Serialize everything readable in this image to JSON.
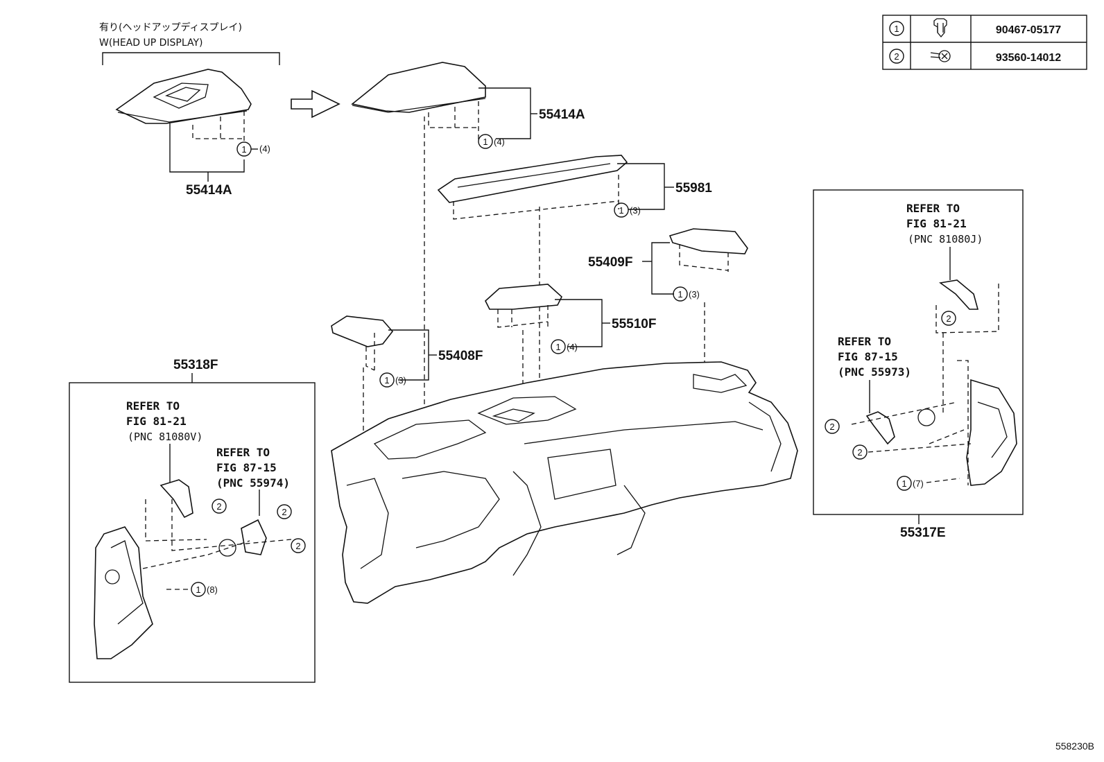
{
  "header": {
    "jp_title": "有り(ヘッドアップディスプレイ)",
    "en_title": "W(HEAD UP DISPLAY)"
  },
  "fastener_table": [
    {
      "ref": "1",
      "part_no": "90467-05177",
      "icon": "clip-icon"
    },
    {
      "ref": "2",
      "part_no": "93560-14012",
      "icon": "screw-icon"
    }
  ],
  "parts": {
    "hud_cover": "55414A",
    "hud_cover_qty": "(4)",
    "top_cover": "55414A",
    "top_cover_qty": "(4)",
    "panel_55981": "55981",
    "panel_55981_qty": "(3)",
    "panel_55409f": "55409F",
    "panel_55409f_qty": "(3)",
    "panel_55510f": "55510F",
    "panel_55510f_qty": "(4)",
    "panel_55408f": "55408F",
    "panel_55408f_qty": "(3)",
    "left_box": "55318F",
    "left_box_qty": "(8)",
    "right_box": "55317E",
    "right_box_qty": "(7)"
  },
  "left_refs": {
    "ref1_line1": "REFER TO",
    "ref1_line2": "FIG 81-21",
    "ref1_line3": "(PNC 81080V)",
    "ref2_line1": "REFER TO",
    "ref2_line2": "FIG 87-15",
    "ref2_line3": "(PNC 55974)"
  },
  "right_refs": {
    "ref1_line1": "REFER TO",
    "ref1_line2": "FIG 81-21",
    "ref1_line3": "(PNC 81080J)",
    "ref2_line1": "REFER TO",
    "ref2_line2": "FIG 87-15",
    "ref2_line3": "(PNC 55973)"
  },
  "circle_labels": {
    "one": "1",
    "two": "2"
  },
  "figure_id": "558230B"
}
